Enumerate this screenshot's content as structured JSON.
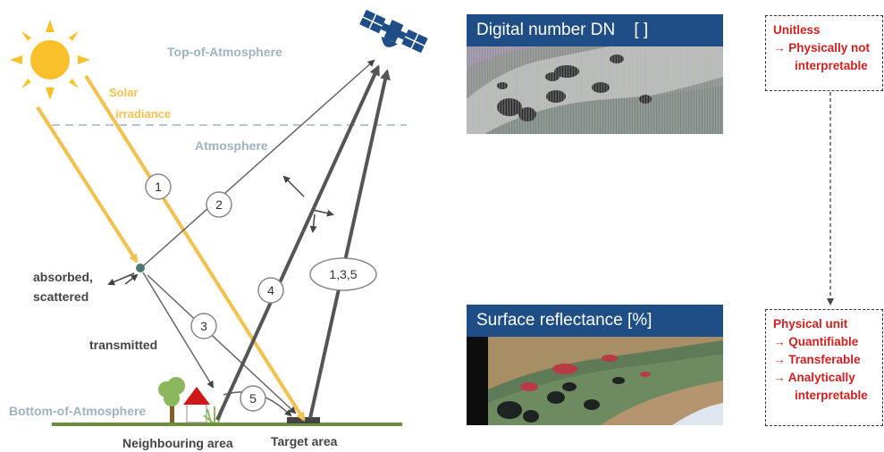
{
  "labels": {
    "top_of_atmosphere": "Top-of-Atmosphere",
    "atmosphere": "Atmosphere",
    "bottom_of_atmosphere": "Bottom-of-Atmosphere",
    "solar_line1": "Solar",
    "solar_line2": "irradiance",
    "absorbed_line1": "absorbed,",
    "absorbed_line2": "scattered",
    "transmitted": "transmitted",
    "neighbouring_area": "Neighbouring area",
    "target_area": "Target area"
  },
  "paths": {
    "p1": "1",
    "p2": "2",
    "p3": "3",
    "p4": "4",
    "p5": "5",
    "p135": "1,3,5"
  },
  "panels": {
    "dn_title": "Digital number DN    [ ]",
    "sr_title": "Surface reflectance [%]"
  },
  "notes": {
    "unitless": {
      "line1": "Unitless",
      "line2": "→ Physically not",
      "line3": "interpretable"
    },
    "physical": {
      "line1": "Physical unit",
      "line2": "→ Quantifiable",
      "line3": "→ Transferable",
      "line4": "→ Analytically",
      "line5": "interpretable"
    }
  },
  "colors": {
    "solar": "#f2c14e",
    "header": "#1f4e87",
    "note_text": "#d22020",
    "atmosphere_label": "#9fb4c0",
    "ground": "#6a8f3a"
  }
}
